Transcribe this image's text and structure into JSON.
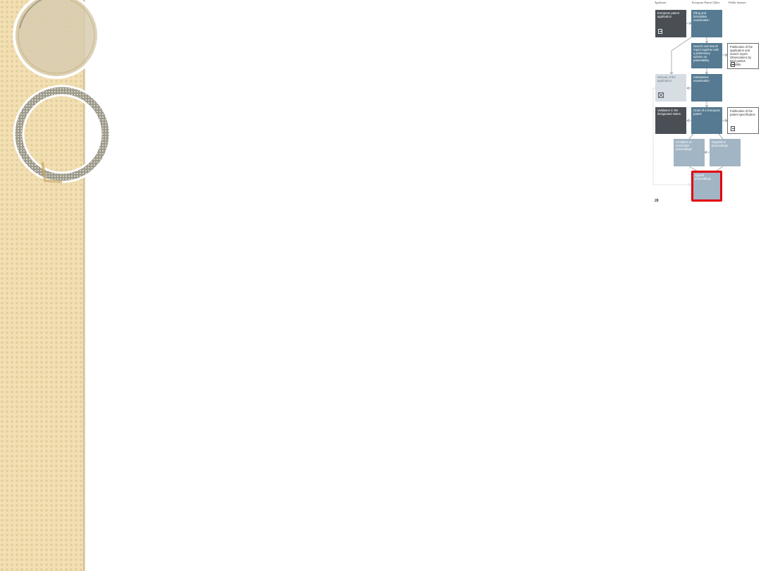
{
  "diagram": {
    "columns": {
      "applicant": "Applicant",
      "epo": "European Patent Office",
      "public": "Public domain"
    },
    "boxes": {
      "application": "European patent application",
      "filing": "Filing and formalities examination",
      "search": "Search and search report together with a preliminary opinion on patentability",
      "publication_app": "Publication of the application and search report. Observations by third parties possible.",
      "refusal": "Refusal of the application",
      "substantive": "Substantive examination",
      "validation": "Validation in the designated states",
      "grant": "Grant of a European patent",
      "publication_spec": "Publication of the patent specification",
      "limitation": "Limitation or revocation proceedings",
      "opposition": "Opposition proceedings",
      "appeal": "Appeal proceedings"
    },
    "page_number": "28"
  },
  "colors": {
    "dark_box": "#4a4f55",
    "epo_box": "#557a91",
    "light_box": "#a2b5c4",
    "refusal_box": "#d6dde3",
    "highlight": "#e3000f",
    "band": "#f2dfb2"
  }
}
